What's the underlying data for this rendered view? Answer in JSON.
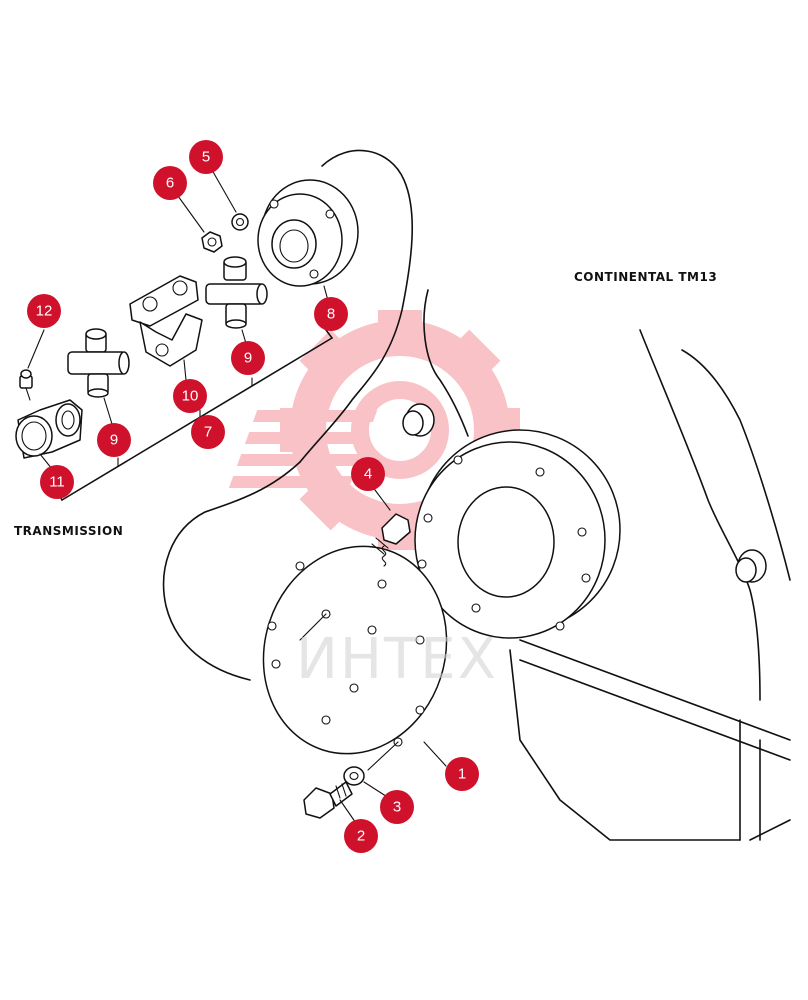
{
  "labels": {
    "engine": "CONTINENTAL TM13",
    "transmission": "TRANSMISSION"
  },
  "watermark": {
    "text": "ИНТЕХ",
    "color": "#e8a0a6"
  },
  "callouts": [
    {
      "id": "c1",
      "text": "1"
    },
    {
      "id": "c2",
      "text": "2"
    },
    {
      "id": "c3",
      "text": "3"
    },
    {
      "id": "c4",
      "text": "4"
    },
    {
      "id": "c5",
      "text": "5"
    },
    {
      "id": "c6",
      "text": "6"
    },
    {
      "id": "c7",
      "text": "7"
    },
    {
      "id": "c8",
      "text": "8"
    },
    {
      "id": "c9a",
      "text": "9"
    },
    {
      "id": "c9b",
      "text": "9"
    },
    {
      "id": "c10",
      "text": "10"
    },
    {
      "id": "c11",
      "text": "11"
    },
    {
      "id": "c12",
      "text": "12"
    }
  ],
  "colors": {
    "callout_fill": "#d0112b",
    "line": "#111111"
  }
}
